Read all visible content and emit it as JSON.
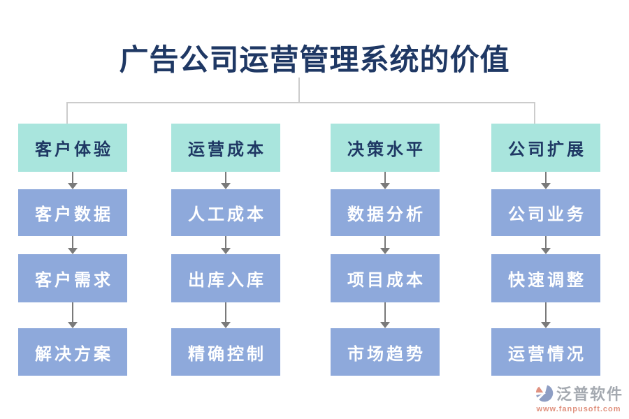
{
  "title": "广告公司运营管理系统的价值",
  "diagram": {
    "columns": [
      {
        "header": "客户体验",
        "items": [
          "客户数据",
          "客户需求",
          "解决方案"
        ]
      },
      {
        "header": "运营成本",
        "items": [
          "人工成本",
          "出库入库",
          "精确控制"
        ]
      },
      {
        "header": "决策水平",
        "items": [
          "数据分析",
          "项目成本",
          "市场趋势"
        ]
      },
      {
        "header": "公司扩展",
        "items": [
          "公司业务",
          "快速调整",
          "运营情况"
        ]
      }
    ]
  },
  "branding": {
    "name": "泛普软件",
    "url": "www.fanpusoft.com"
  },
  "colors": {
    "title_text": "#1f3864",
    "header_box_bg": "#a9e5dd",
    "node_box_bg": "#8ea9db",
    "node_text": "#ffffff",
    "connector_line": "#cccccc",
    "arrow": "#7a7a7a",
    "logo_name": "#a4a9b0",
    "logo_accent": "#e0917e"
  }
}
